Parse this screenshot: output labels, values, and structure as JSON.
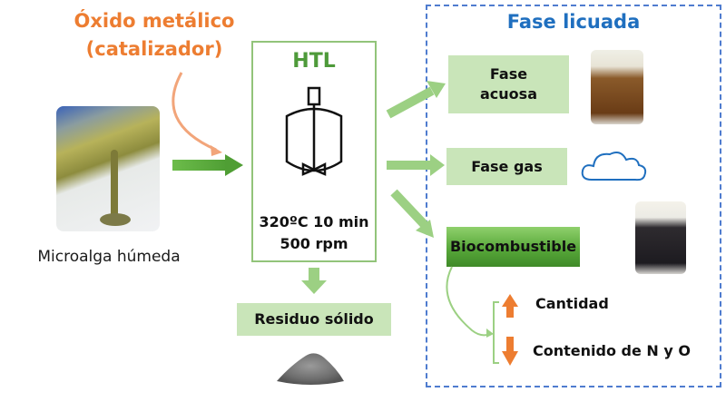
{
  "catalyst": {
    "line1": "Óxido metálico",
    "line2": "(catalizador)",
    "color": "#ed7d31"
  },
  "feedstock": {
    "label": "Microalga húmeda",
    "photo": "microalgae-slurry-photo"
  },
  "reactor": {
    "title": "HTL",
    "conditions_line1": "320ºC 10 min",
    "conditions_line2": "500 rpm",
    "icon": "stirred-reactor-icon",
    "accent": "#92c47a"
  },
  "liquid_phase": {
    "title": "Fase licuada",
    "frame_color": "#4f7ccf",
    "products": [
      {
        "label_line1": "Fase",
        "label_line2": "acuosa",
        "image": "brown-liquid-vial"
      },
      {
        "label": "Fase gas",
        "image": "cloud-icon"
      },
      {
        "label": "Biocombustible",
        "image": "dark-oil-vial"
      }
    ],
    "effects": [
      {
        "direction": "up",
        "label": "Cantidad"
      },
      {
        "direction": "down",
        "label": "Contenido de N y O"
      }
    ]
  },
  "solid_residue": {
    "label": "Residuo sólido",
    "image": "powder-pile"
  }
}
